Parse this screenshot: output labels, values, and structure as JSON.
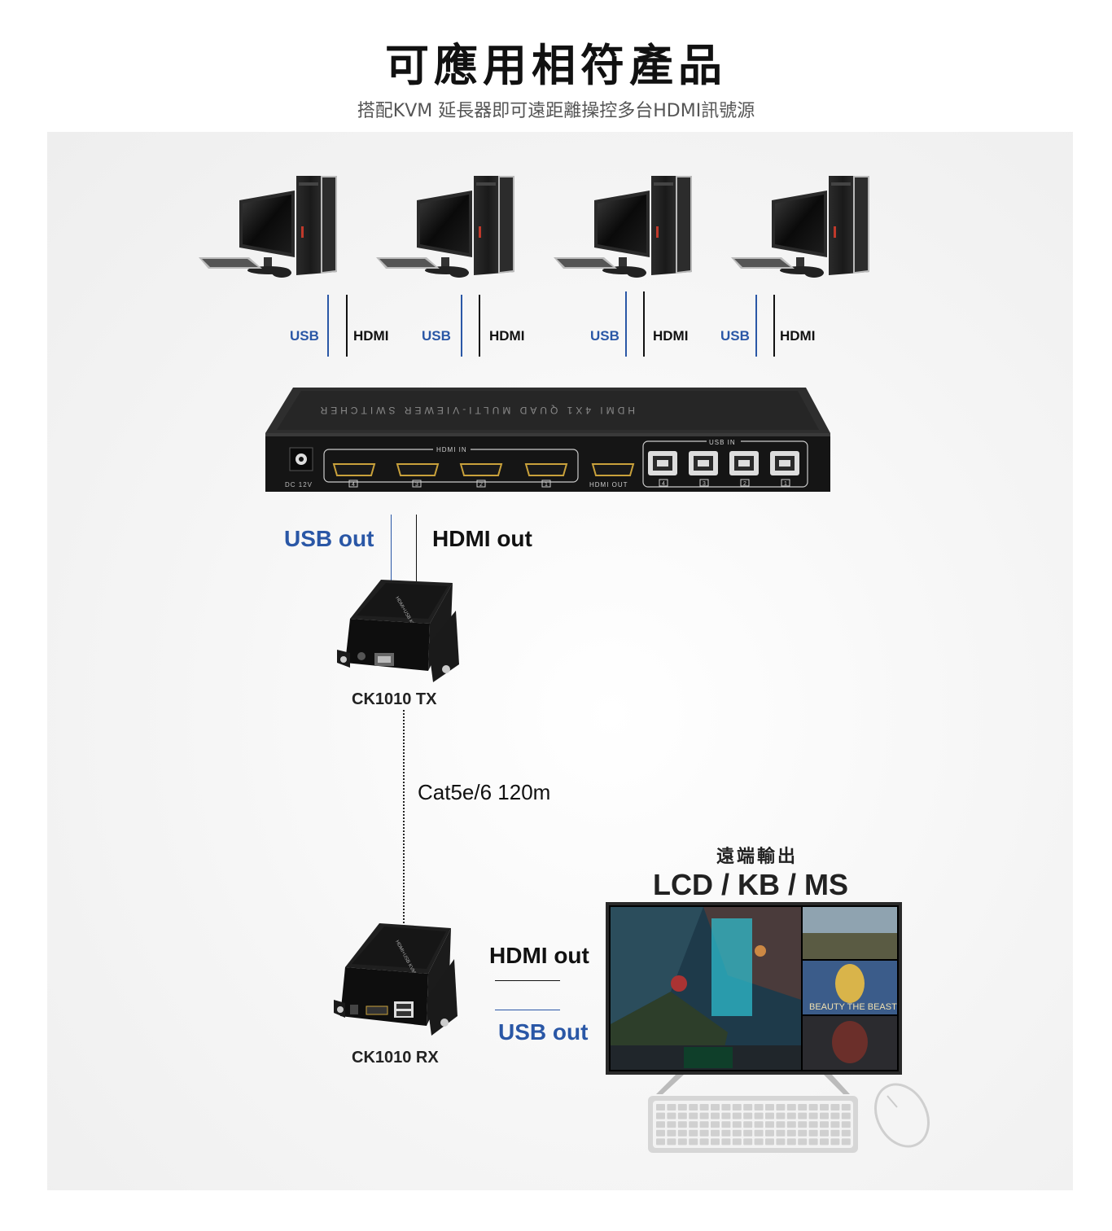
{
  "header": {
    "title": "可應用相符產品",
    "subtitle": "搭配KVM 延長器即可遠距離操控多台HDMI訊號源"
  },
  "pcs": [
    {
      "usb_label": "USB",
      "hdmi_label": "HDMI"
    },
    {
      "usb_label": "USB",
      "hdmi_label": "HDMI"
    },
    {
      "usb_label": "USB",
      "hdmi_label": "HDMI"
    },
    {
      "usb_label": "USB",
      "hdmi_label": "HDMI"
    }
  ],
  "multiviewer": {
    "top_text": "HDMI 4X1 QUAD MULTI-VIEWER SWITCHER",
    "power_label": "DC 12V",
    "hdmi_in_label": "HDMI IN",
    "hdmi_out_label": "HDMI OUT",
    "usb_in_label": "USB IN",
    "port_numbers": [
      "4",
      "3",
      "2",
      "1"
    ],
    "usb_out": "USB out",
    "hdmi_out": "HDMI out"
  },
  "tx": {
    "caption": "CK1010 TX",
    "device_text": "HDMI+USB KVM EXTENDER"
  },
  "cable": {
    "label": "Cat5e/6 120m"
  },
  "rx": {
    "caption": "CK1010 RX",
    "device_text": "HDMI+USB KVM EXTENDER",
    "hdmi_out": "HDMI out",
    "usb_out": "USB out"
  },
  "remote": {
    "heading": "遠端輸出",
    "subheading": "LCD / KB / MS",
    "poster_text": "BEAUTY THE BEAST"
  }
}
